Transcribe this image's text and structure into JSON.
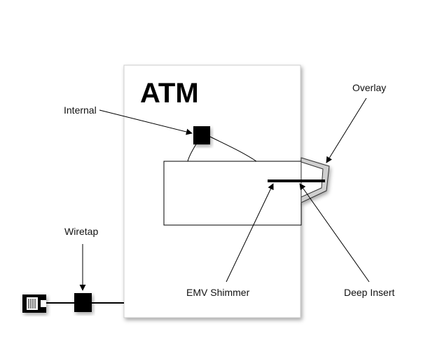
{
  "diagram": {
    "title": "ATM",
    "labels": {
      "internal": "Internal",
      "overlay": "Overlay",
      "wiretap": "Wiretap",
      "emv_shimmer": "EMV Shimmer",
      "deep_insert": "Deep Insert"
    }
  }
}
